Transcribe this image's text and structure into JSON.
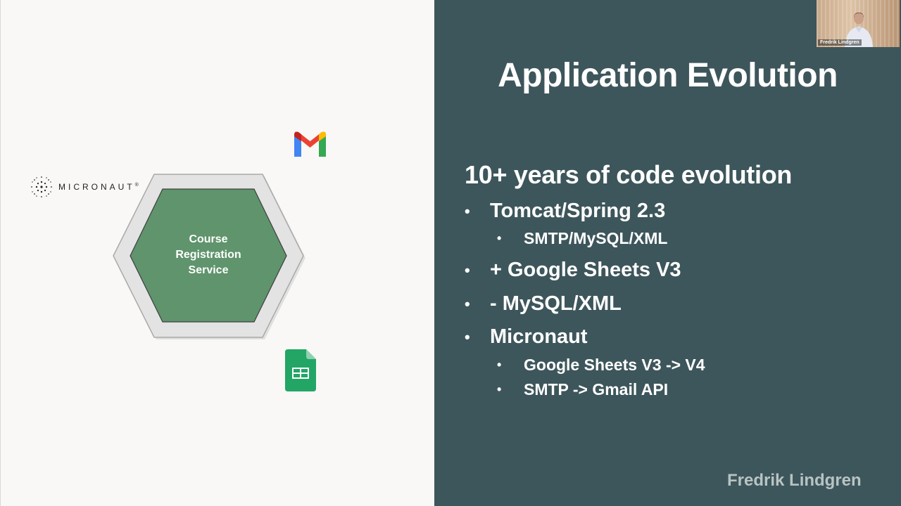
{
  "diagram": {
    "hex_label_lines": [
      "Course",
      "Registration",
      "Service"
    ],
    "micronaut_wordmark": "MICRONAUT",
    "micronaut_trademark": "®"
  },
  "slide": {
    "title": "Application Evolution",
    "subheading": "10+ years of code evolution",
    "bullets": [
      {
        "text": "Tomcat/Spring 2.3"
      },
      {
        "text": "SMTP/MySQL/XML"
      },
      {
        "text": "+ Google Sheets V3"
      },
      {
        "text": "- MySQL/XML"
      },
      {
        "text": "Micronaut"
      },
      {
        "text": "Google Sheets V3 -> V4"
      },
      {
        "text": "SMTP -> Gmail API"
      }
    ],
    "bullet_glyph": "•"
  },
  "presenter": {
    "name": "Fredrik Lindgren"
  },
  "watermark": "Fredrik Lindgren",
  "colors": {
    "slide_bg": "#3d565b",
    "hex_fill": "#5f946c",
    "hex_border": "#dcdcdc"
  },
  "icons": [
    "micronaut-logo-icon",
    "gmail-icon",
    "google-sheets-icon"
  ]
}
